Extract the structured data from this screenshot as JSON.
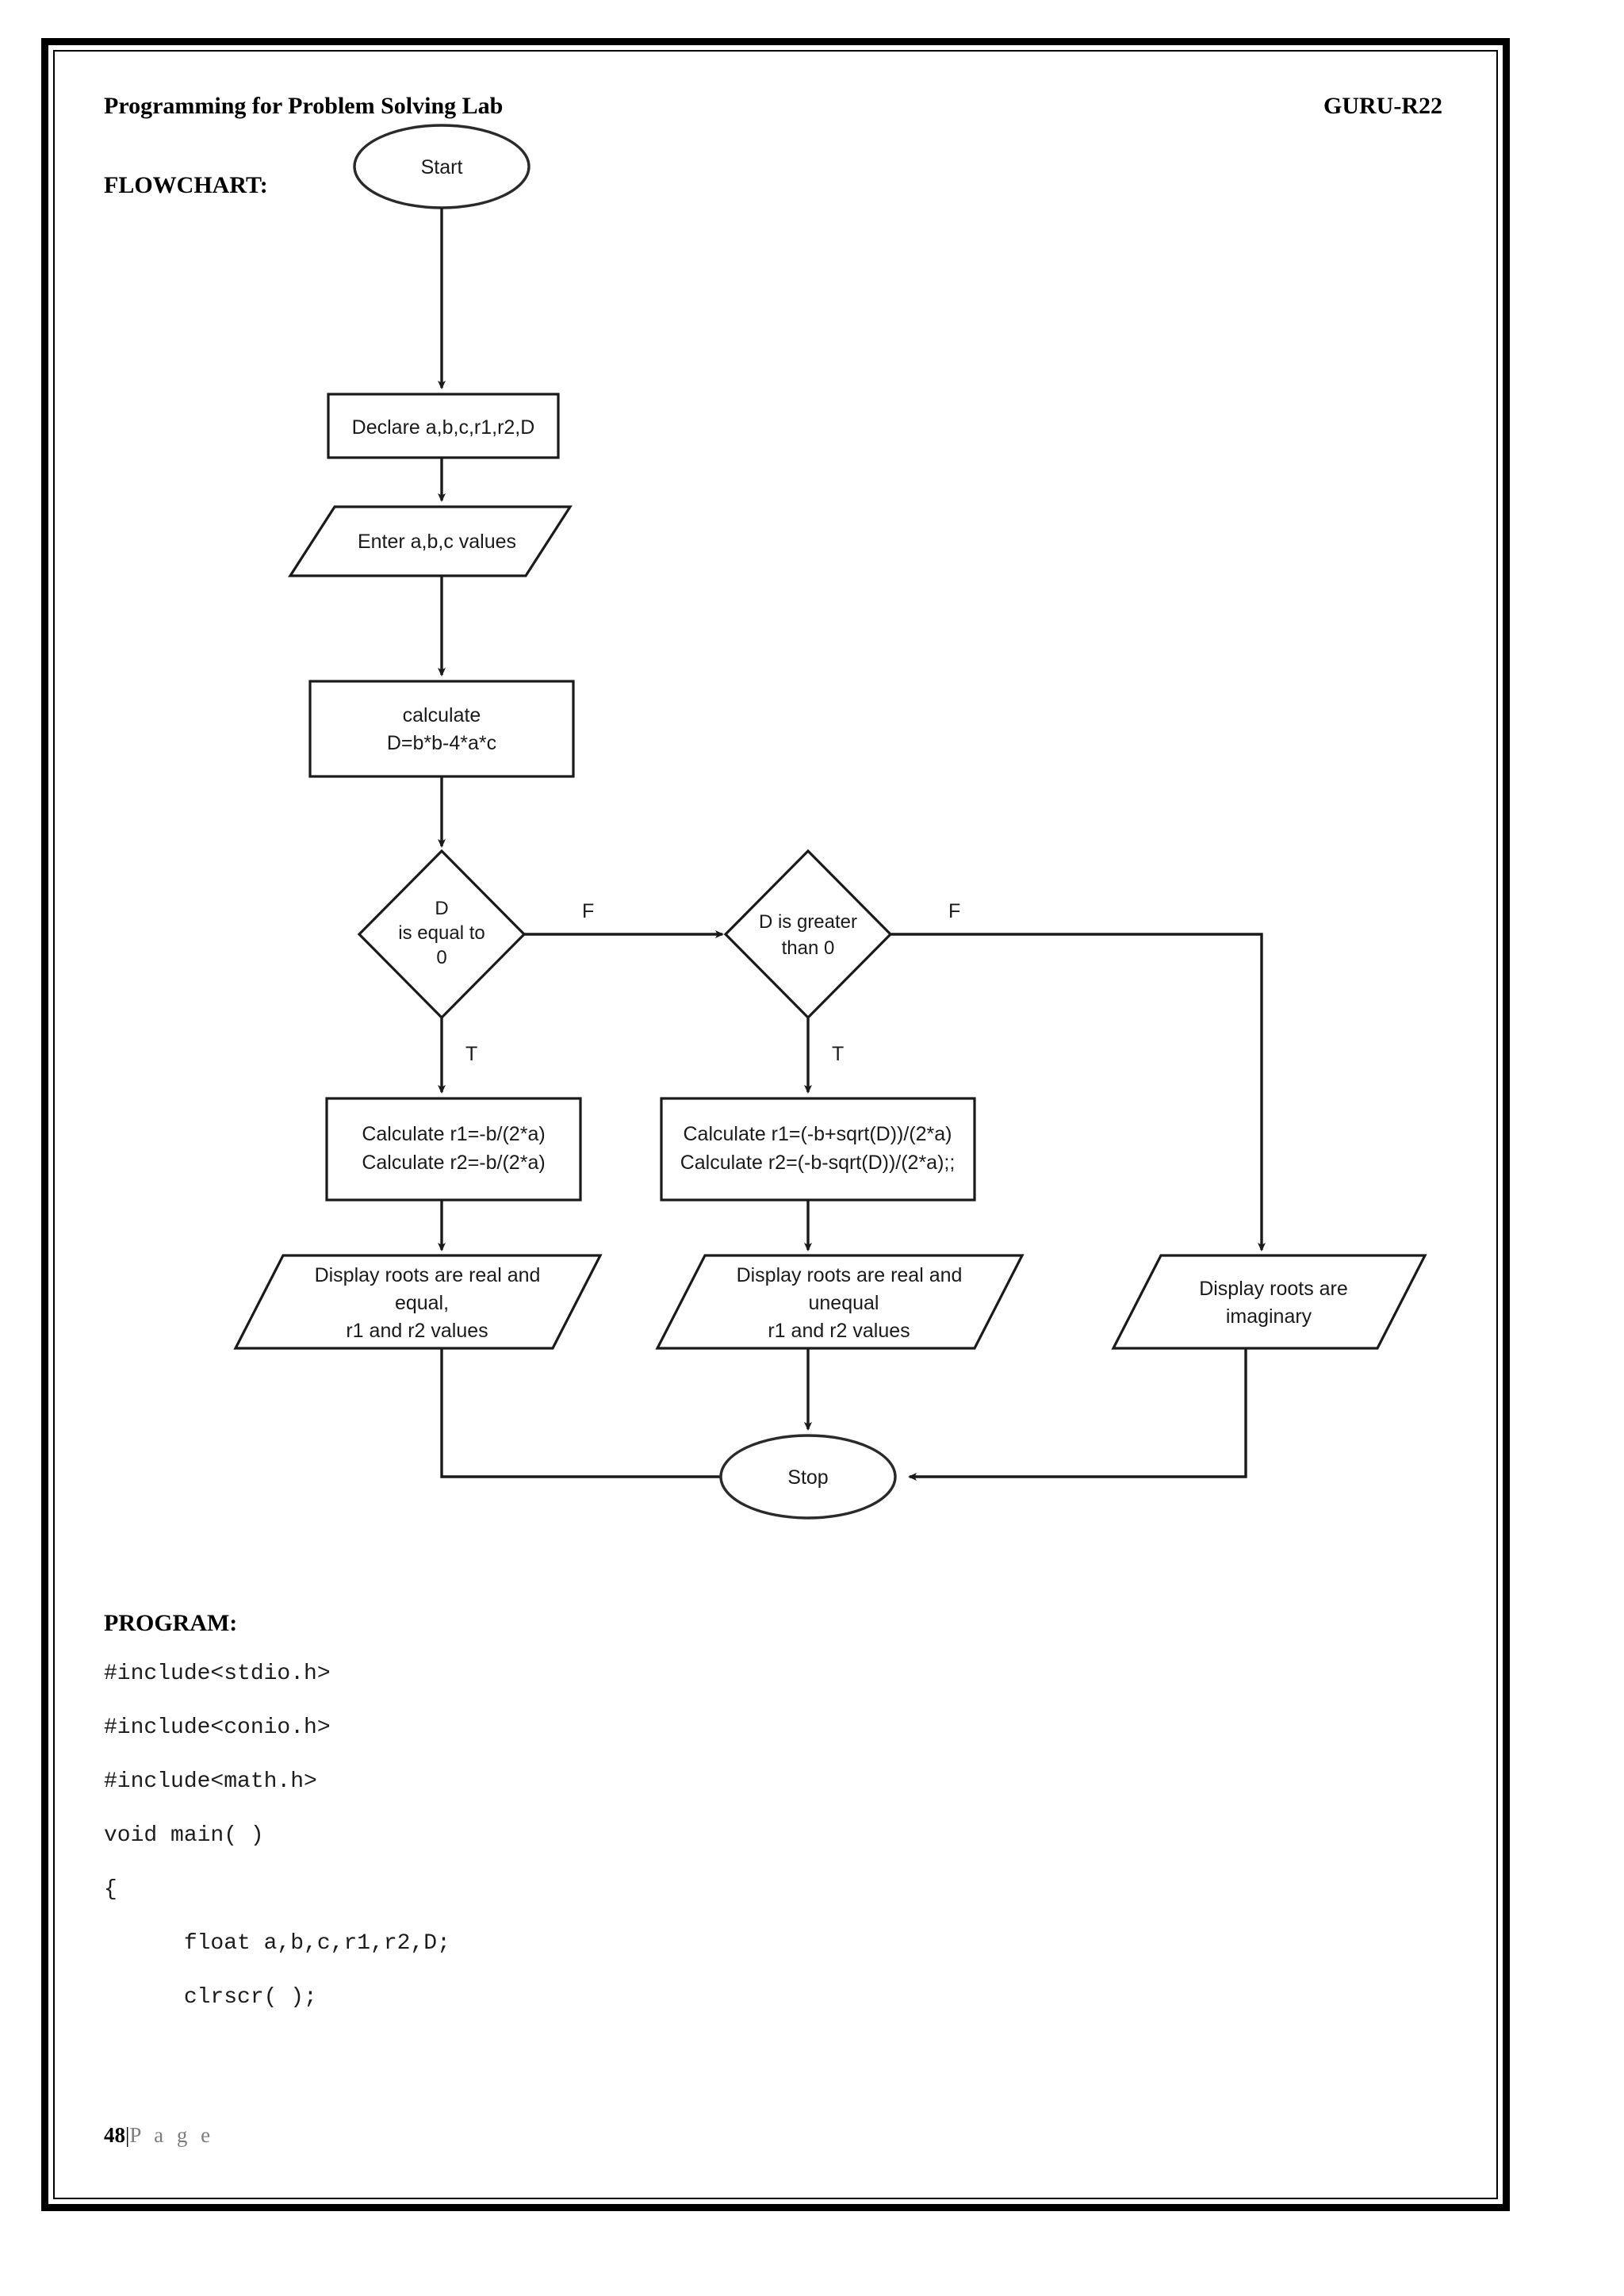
{
  "page": {
    "header_left": "Programming for Problem Solving Lab",
    "header_right": "GURU-R22",
    "flowchart_heading": "FLOWCHART:",
    "program_heading": "PROGRAM:",
    "footer_page_number": "48",
    "footer_separator": "|",
    "footer_label": "P a g e"
  },
  "flowchart": {
    "start": "Start",
    "declare": "Declare a,b,c,r1,r2,D",
    "input": "Enter a,b,c values",
    "calc_d_line1": "calculate",
    "calc_d_line2": "D=b*b-4*a*c",
    "decision1_line1": "D",
    "decision1_line2": "is equal to",
    "decision1_line3": "0",
    "decision2_line1": "D is greater",
    "decision2_line2": "than 0",
    "label_d1_false": "F",
    "label_d1_true": "T",
    "label_d2_false": "F",
    "label_d2_true": "T",
    "equal_roots_line1": "Calculate r1=-b/(2*a)",
    "equal_roots_line2": "Calculate r2=-b/(2*a)",
    "unequal_roots_line1": "Calculate r1=(-b+sqrt(D))/(2*a)",
    "unequal_roots_line2": "Calculate r2=(-b-sqrt(D))/(2*a);;",
    "display_equal_line1": "Display roots are real and",
    "display_equal_line2": "equal,",
    "display_equal_line3": "r1 and r2 values",
    "display_unequal_line1": "Display roots are real and",
    "display_unequal_line2": "unequal",
    "display_unequal_line3": "r1 and r2 values",
    "display_imaginary_line1": "Display roots are",
    "display_imaginary_line2": "imaginary",
    "stop": "Stop"
  },
  "program": {
    "lines": [
      "#include<stdio.h>",
      "#include<conio.h>",
      "#include<math.h>",
      "void main( )",
      "{",
      "      float a,b,c,r1,r2,D;",
      "      clrscr( );"
    ]
  }
}
